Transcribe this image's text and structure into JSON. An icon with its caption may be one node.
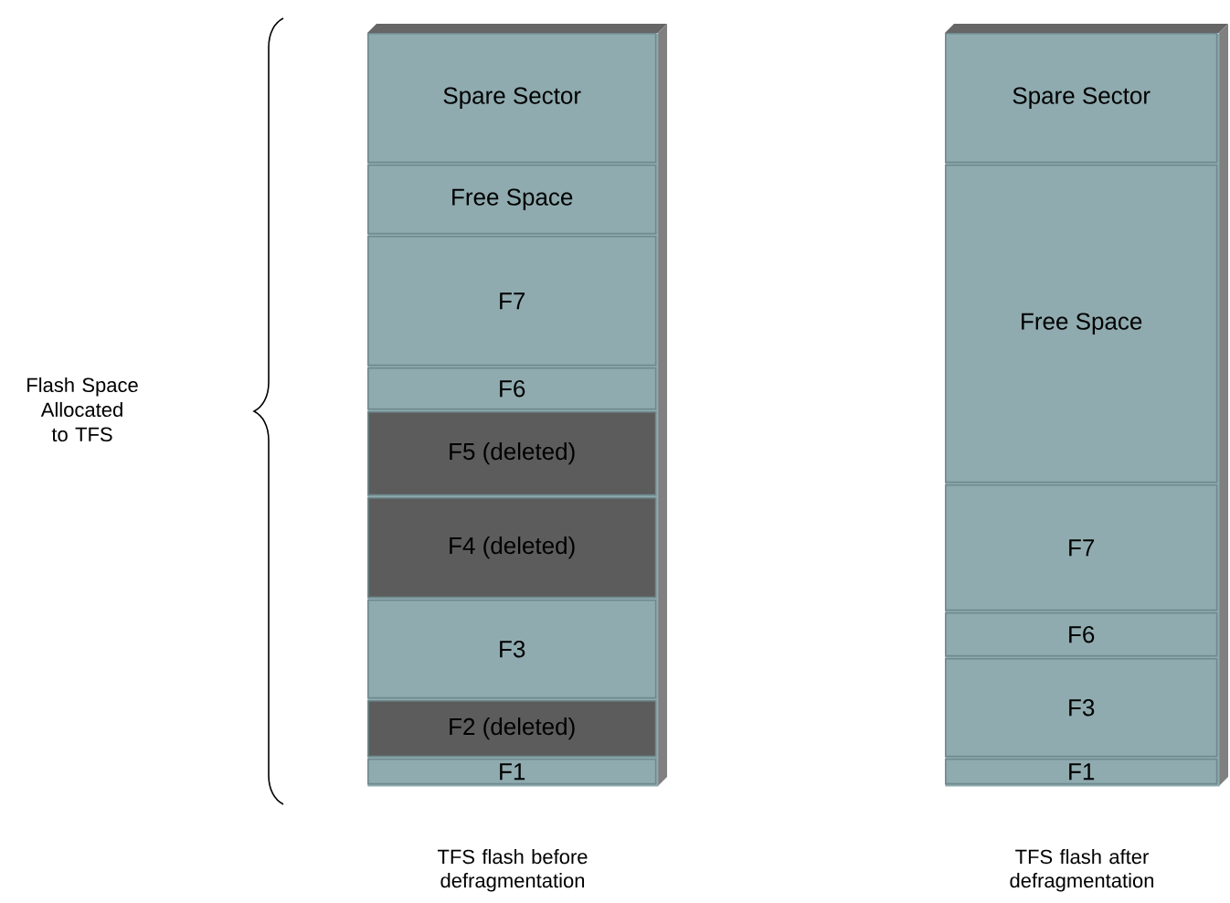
{
  "diagram": {
    "nodes": [
      {
        "text": [],
        "shape": "bar",
        "beside": [
          "TFS flash before defragmentation"
        ]
      },
      {
        "text": [
          "Spare Sector"
        ],
        "in": 0
      },
      {
        "text": [
          "Free Space"
        ],
        "in": 0
      },
      {
        "text": [
          "F7"
        ],
        "in": 0
      },
      {
        "text": [
          "F6"
        ],
        "in": 0
      },
      {
        "text": [
          "F5 (deleted)"
        ],
        "in": 0
      },
      {
        "text": [
          "F4 (deleted)"
        ],
        "in": 0
      },
      {
        "text": [
          "F3"
        ],
        "in": 0
      },
      {
        "text": [
          "F2 (deleted)"
        ],
        "in": 0
      },
      {
        "text": [
          "F1"
        ],
        "in": 0
      },
      {
        "text": [],
        "shape": "bar",
        "beside": [
          "TFS flash after defragmentation"
        ]
      },
      {
        "text": [
          "Spare Sector"
        ],
        "in": 10
      },
      {
        "text": [
          "Free Space"
        ],
        "in": 10
      },
      {
        "text": [
          "F7"
        ],
        "in": 10
      },
      {
        "text": [
          "F6"
        ],
        "in": 10
      },
      {
        "text": [
          "F3"
        ],
        "in": 10
      },
      {
        "text": [
          "F1"
        ],
        "in": 10
      }
    ],
    "labels": [
      "Flash Space Allocated to TFS"
    ]
  }
}
